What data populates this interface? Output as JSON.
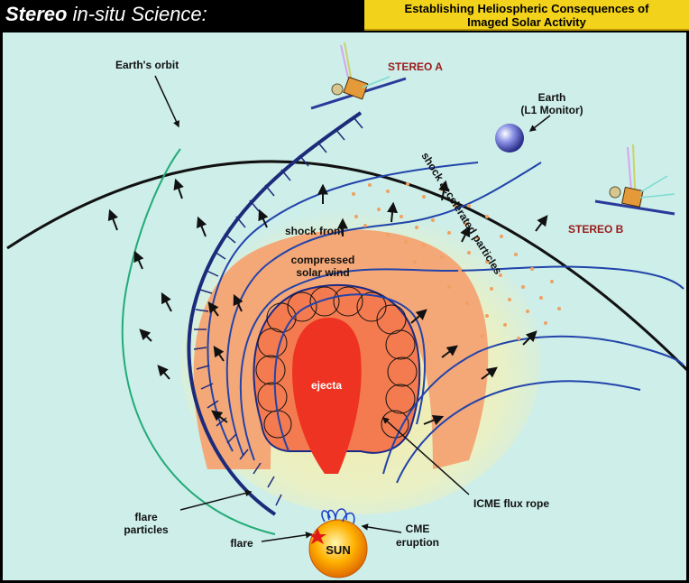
{
  "header": {
    "title_bold": "Stereo",
    "title_rest": " in-situ Science:",
    "subtitle_line1": "Establishing Heliospheric Consequences of",
    "subtitle_line2": "Imaged Solar Activity"
  },
  "labels": {
    "earths_orbit": "Earth's orbit",
    "stereo_a": "STEREO A",
    "earth_line1": "Earth",
    "earth_line2": "(L1 Monitor)",
    "stereo_b": "STEREO B",
    "shock_front": "shock front",
    "compressed_line1": "compressed",
    "compressed_line2": "solar wind",
    "shock_accelerated": "shock accelerated particles",
    "ejecta": "ejecta",
    "icme_flux_rope": "ICME flux rope",
    "flare_particles_line1": "flare",
    "flare_particles_line2": "particles",
    "flare": "flare",
    "sun": "SUN",
    "cme_line1": "CME",
    "cme_line2": "eruption"
  },
  "colors": {
    "panel_background": "#cdeee9",
    "header_accent": "#f2d21a",
    "compressed_region": "#f4a878",
    "flux_rope": "#f47b4f",
    "ejecta": "#ee3322",
    "field_lines": "#2244aa",
    "flare_particle_path": "#22aa77",
    "particles": "#f0a060",
    "sun": "#ffb100"
  },
  "icons": [
    "spacecraft-icon",
    "earth-globe-icon",
    "sun-icon",
    "flare-star-icon"
  ]
}
